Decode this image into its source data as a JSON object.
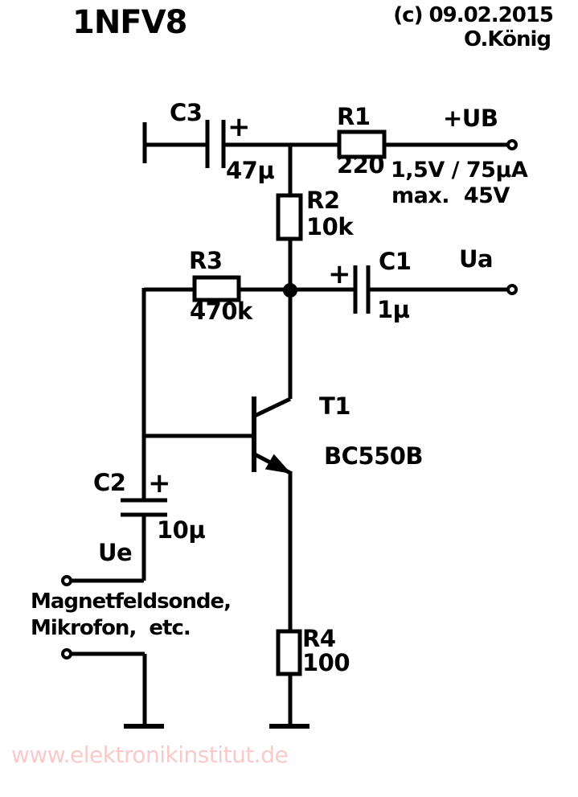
{
  "header": {
    "title": "1NFV8",
    "copyright_line1": "(c) 09.02.2015",
    "copyright_line2": "O.König"
  },
  "schematic": {
    "c3": {
      "name": "C3",
      "value": "47µ",
      "plus": "+"
    },
    "r1": {
      "name": "R1",
      "value": "220"
    },
    "r2": {
      "name": "R2",
      "value": "10k"
    },
    "r3": {
      "name": "R3",
      "value": "470k"
    },
    "c1": {
      "name": "C1",
      "value": "1µ",
      "plus": "+"
    },
    "c2": {
      "name": "C2",
      "value": "10µ",
      "plus": "+"
    },
    "r4": {
      "name": "R4",
      "value": "100"
    },
    "t1": {
      "name": "T1",
      "part": "BC550B"
    },
    "supply": {
      "label": "+UB",
      "spec": "1,5V / 75µA",
      "max": "max.  45V"
    },
    "output": {
      "label": "Ua"
    },
    "input": {
      "label": "Ue",
      "source_line1": "Magnetfeldsonde,",
      "source_line2": "Mikrofon,  etc."
    },
    "colors": {
      "ink": "#000000",
      "watermark_pink": "#f8caca"
    }
  },
  "footer": {
    "watermark": "www.elektronikinstitut.de"
  }
}
